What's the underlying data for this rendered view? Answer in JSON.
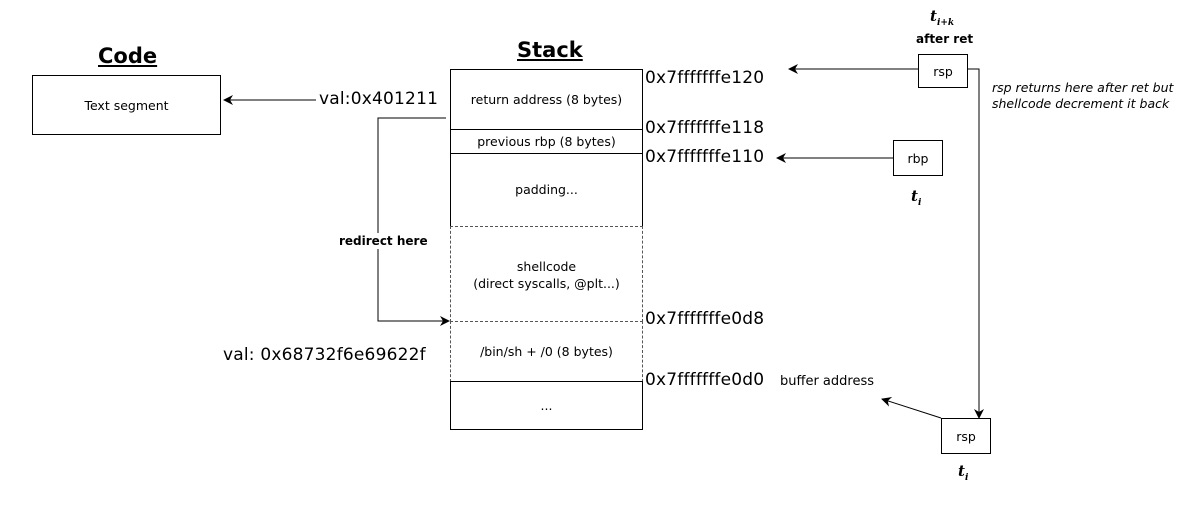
{
  "headings": {
    "code": "Code",
    "stack": "Stack"
  },
  "code_box": {
    "label": "Text segment"
  },
  "code_value": "val:0x401211",
  "stack": {
    "segments": [
      {
        "label": "return address (8 bytes)"
      },
      {
        "label": "previous rbp (8 bytes)"
      },
      {
        "label": "padding..."
      },
      {
        "label": "shellcode\n(direct syscalls, @plt...)"
      },
      {
        "label": "/bin/sh + /0 (8 bytes)"
      },
      {
        "label": "..."
      }
    ],
    "addresses": [
      "0x7fffffffe120",
      "0x7fffffffe118",
      "0x7fffffffe110",
      "0x7fffffffe0d8",
      "0x7fffffffe0d0"
    ],
    "buffer_label": "buffer address"
  },
  "binsh_value": "val: 0x68732f6e69622f",
  "redirect_label": "redirect here",
  "registers": {
    "rsp_after": {
      "label": "rsp",
      "time": "t",
      "time_sub": "i+k",
      "caption": "after ret"
    },
    "rbp": {
      "label": "rbp",
      "time": "t",
      "time_sub": "i"
    },
    "rsp_before": {
      "label": "rsp",
      "time": "t",
      "time_sub": "i"
    }
  },
  "note": {
    "line1": "rsp returns here after ret but",
    "line2": "shellcode decrement it back"
  }
}
